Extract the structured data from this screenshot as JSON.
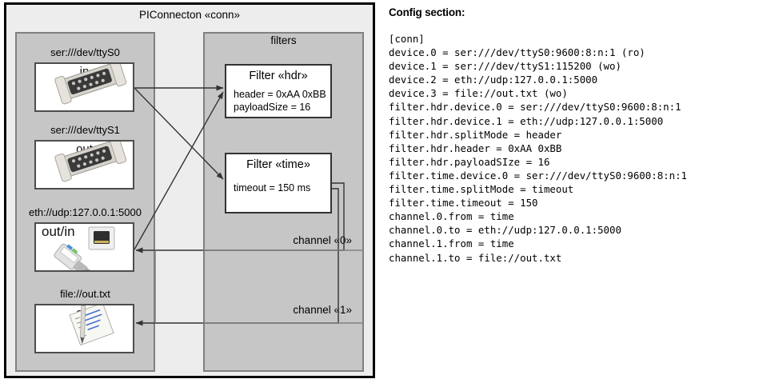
{
  "diagram": {
    "title": "PIConnecton «conn»",
    "devices_panel": {
      "title": ""
    },
    "filters_panel": {
      "title": "filters"
    },
    "devices": [
      {
        "label": "ser:///dev/ttyS0",
        "direction": "in",
        "icon": "serial-port-icon"
      },
      {
        "label": "ser:///dev/ttyS1",
        "direction": "out",
        "icon": "serial-port-icon"
      },
      {
        "label": "eth://udp:127.0.0.1:5000",
        "direction": "out/in",
        "icon": "ethernet-plug-icon"
      },
      {
        "label": "file://out.txt",
        "direction": "out",
        "icon": "text-file-icon"
      }
    ],
    "filters": [
      {
        "title": "Filter «hdr»",
        "props": [
          "header = 0xAA 0xBB",
          "payloadSize = 16"
        ]
      },
      {
        "title": "Filter «time»",
        "props": [
          "timeout = 150 ms"
        ]
      }
    ],
    "channels": [
      {
        "label": "channel «0»"
      },
      {
        "label": "channel «1»"
      }
    ],
    "colors": {
      "canvas": "#ffffff",
      "outer_fill": "#ededed",
      "outer_border": "#000000",
      "panel_fill": "#c6c6c6",
      "panel_border": "#808080",
      "box_fill": "#ffffff",
      "box_border": "#4d4d4d",
      "arrow": "#333333"
    }
  },
  "config": {
    "heading": "Config section:",
    "lines": [
      "[conn]",
      "device.0 = ser:///dev/ttyS0:9600:8:n:1 (ro)",
      "device.1 = ser:///dev/ttyS1:115200 (wo)",
      "device.2 = eth://udp:127.0.0.1:5000",
      "device.3 = file://out.txt (wo)",
      "filter.hdr.device.0 = ser:///dev/ttyS0:9600:8:n:1",
      "filter.hdr.device.1 = eth://udp:127.0.0.1:5000",
      "filter.hdr.splitMode = header",
      "filter.hdr.header = 0xAA 0xBB",
      "filter.hdr.payloadSIze = 16",
      "filter.time.device.0 = ser:///dev/ttyS0:9600:8:n:1",
      "filter.time.splitMode = timeout",
      "filter.time.timeout = 150",
      "channel.0.from = time",
      "channel.0.to = eth://udp:127.0.0.1:5000",
      "channel.1.from = time",
      "channel.1.to = file://out.txt"
    ]
  }
}
